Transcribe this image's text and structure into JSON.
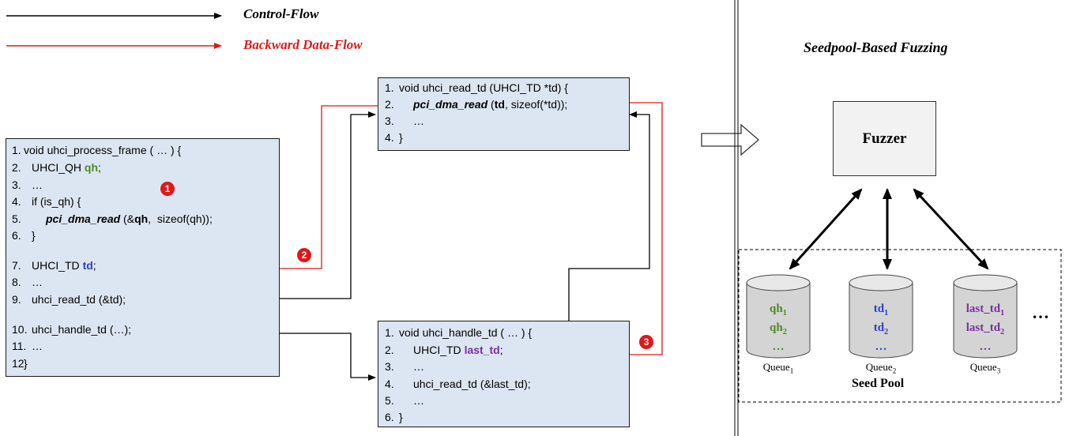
{
  "legend": {
    "control_flow": "Control-Flow",
    "backward_data_flow": "Backward Data-Flow",
    "control_color": "#000000",
    "data_color": "#e01818"
  },
  "seedpool_title": "Seedpool-Based Fuzzing",
  "fuzzer_label": "Fuzzer",
  "seed_pool_label": "Seed Pool",
  "ellipsis": "…",
  "badges": [
    "1",
    "2",
    "3"
  ],
  "process_frame": {
    "lines": [
      {
        "n": "1.",
        "parts": [
          {
            "t": "void uhci_process_frame ( … ) {"
          }
        ]
      },
      {
        "n": "2.",
        "parts": [
          {
            "t": "UHCI_QH "
          },
          {
            "t": "qh",
            "c": "green"
          },
          {
            "t": ";"
          }
        ]
      },
      {
        "n": "3.",
        "parts": [
          {
            "t": "…"
          }
        ]
      },
      {
        "n": "4.",
        "parts": [
          {
            "t": "if (is_qh) {"
          }
        ]
      },
      {
        "n": "5.",
        "parts": [
          {
            "t": "pci_dma_read",
            "c": "bi"
          },
          {
            "t": " (&"
          },
          {
            "t": "qh",
            "c": "bold"
          },
          {
            "t": ",  sizeof(qh));"
          }
        ]
      },
      {
        "n": "6.",
        "parts": [
          {
            "t": "}"
          }
        ]
      },
      {
        "n": "7.",
        "parts": [
          {
            "t": "UHCI_TD "
          },
          {
            "t": "td",
            "c": "blue"
          },
          {
            "t": ";"
          }
        ]
      },
      {
        "n": "8.",
        "parts": [
          {
            "t": "…"
          }
        ]
      },
      {
        "n": "9.",
        "parts": [
          {
            "t": "uhci_read_td (&td);"
          }
        ]
      },
      {
        "n": "10.",
        "parts": [
          {
            "t": "uhci_handle_td (…);"
          }
        ]
      },
      {
        "n": "11.",
        "parts": [
          {
            "t": "…"
          }
        ]
      },
      {
        "n": "12.",
        "parts": [
          {
            "t": "}"
          }
        ]
      }
    ]
  },
  "read_td": {
    "lines": [
      {
        "n": "1.",
        "parts": [
          {
            "t": "void uhci_read_td (UHCI_TD *td) {"
          }
        ]
      },
      {
        "n": "2.",
        "parts": [
          {
            "t": "pci_dma_read",
            "c": "bi"
          },
          {
            "t": " ("
          },
          {
            "t": "td",
            "c": "bold"
          },
          {
            "t": ", sizeof(*td));"
          }
        ]
      },
      {
        "n": "3.",
        "parts": [
          {
            "t": "…"
          }
        ]
      },
      {
        "n": "4.",
        "parts": [
          {
            "t": "}"
          }
        ]
      }
    ]
  },
  "handle_td": {
    "lines": [
      {
        "n": "1.",
        "parts": [
          {
            "t": "void uhci_handle_td ( … ) {"
          }
        ]
      },
      {
        "n": "2.",
        "parts": [
          {
            "t": "UHCI_TD "
          },
          {
            "t": "last_td",
            "c": "purple"
          },
          {
            "t": ";"
          }
        ]
      },
      {
        "n": "3.",
        "parts": [
          {
            "t": "…"
          }
        ]
      },
      {
        "n": "4.",
        "parts": [
          {
            "t": "uhci_read_td (&last_td);"
          }
        ]
      },
      {
        "n": "5.",
        "parts": [
          {
            "t": "…"
          }
        ]
      },
      {
        "n": "6.",
        "parts": [
          {
            "t": "}"
          }
        ]
      }
    ]
  },
  "queues": [
    {
      "label": "Queue",
      "sub": "1",
      "color": "#4e8a2a",
      "items": [
        {
          "base": "qh",
          "sub": "1"
        },
        {
          "base": "qh",
          "sub": "2"
        }
      ]
    },
    {
      "label": "Queue",
      "sub": "2",
      "color": "#2840d0",
      "items": [
        {
          "base": "td",
          "sub": "1"
        },
        {
          "base": "td",
          "sub": "2"
        }
      ]
    },
    {
      "label": "Queue",
      "sub": "3",
      "color": "#7a2fa0",
      "items": [
        {
          "base": "last_td",
          "sub": "1"
        },
        {
          "base": "last_td",
          "sub": "2"
        }
      ]
    }
  ]
}
